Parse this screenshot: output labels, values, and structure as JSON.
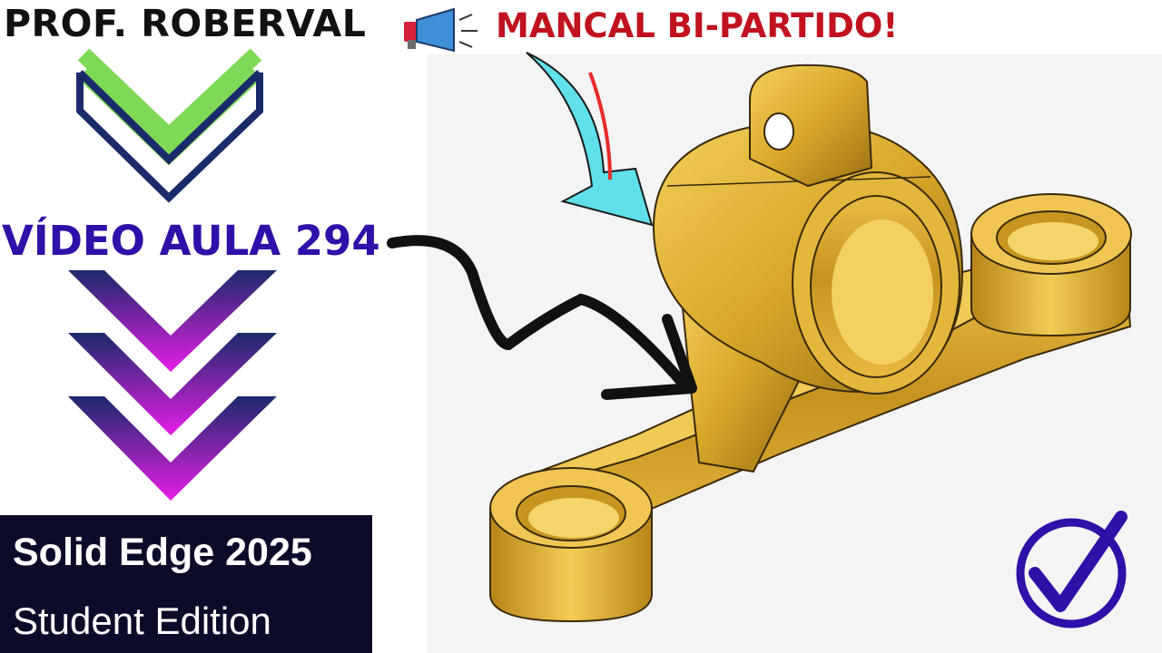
{
  "author": "PROF. ROBERVAL",
  "headline": "MANCAL BI-PARTIDO!",
  "lesson": "VÍDEO AULA 294",
  "brand": {
    "title": "Solid Edge 2025",
    "subtitle": "Student Edition"
  },
  "icons": {
    "megaphone": "megaphone-icon",
    "checkmark": "checkmark-icon"
  },
  "colors": {
    "headline": "#c1121f",
    "lesson": "#2f10a8",
    "chevron_green": "#7ed957",
    "chevron_navy": "#1b2a6b",
    "chevron_magenta": "#e61ee6",
    "part_gold": "#d9a82a",
    "cyan_arrow": "#5fe0ea"
  }
}
